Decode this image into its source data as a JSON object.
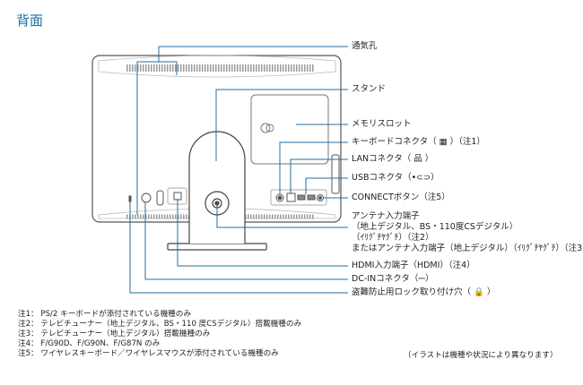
{
  "title": "背面",
  "callouts": {
    "vent": "通気孔",
    "stand": "スタンド",
    "memory_slot": "メモリスロット",
    "keyboard": "キーボードコネクタ（ ▦ ）（注1）",
    "lan": "LANコネクタ（ 品 ）",
    "usb": "USBコネクタ（•⊂⊃）",
    "connect": "CONNECTボタン（注5）",
    "antenna_1": "アンテナ入力端子",
    "antenna_2": "（地上デジタル、BS・110度CSデジタル）",
    "antenna_3": "（ｲﾘｸﾞﾁﾔｸﾞﾁ）（注2）",
    "antenna_4": "またはアンテナ入力端子（地上デジタル）（ｲﾘｸﾞﾁﾔｸﾞﾁ）（注3）",
    "hdmi": "HDMI入力端子（HDMI）（注4）",
    "dc_in": "DC-INコネクタ（⎓）",
    "lock": "盗難防止用ロック取り付け穴（ 🔒 ）"
  },
  "notes": [
    "注1： PS/2 キーボードが添付されている機種のみ",
    "注2： テレビチューナー（地上デジタル、BS・110 度CSデジタル）搭載機種のみ",
    "注3： テレビチューナー（地上デジタル）搭載機種のみ",
    "注4： F/G90D、F/G90N、F/G87N のみ",
    "注5： ワイヤレスキーボード／ワイヤレスマウスが添付されている機種のみ"
  ],
  "disclaimer": "（イラストは機種や状況により異なります）",
  "colors": {
    "callout_line": "#1f6fa5",
    "title": "#1a6fa0",
    "outline": "#555555"
  }
}
